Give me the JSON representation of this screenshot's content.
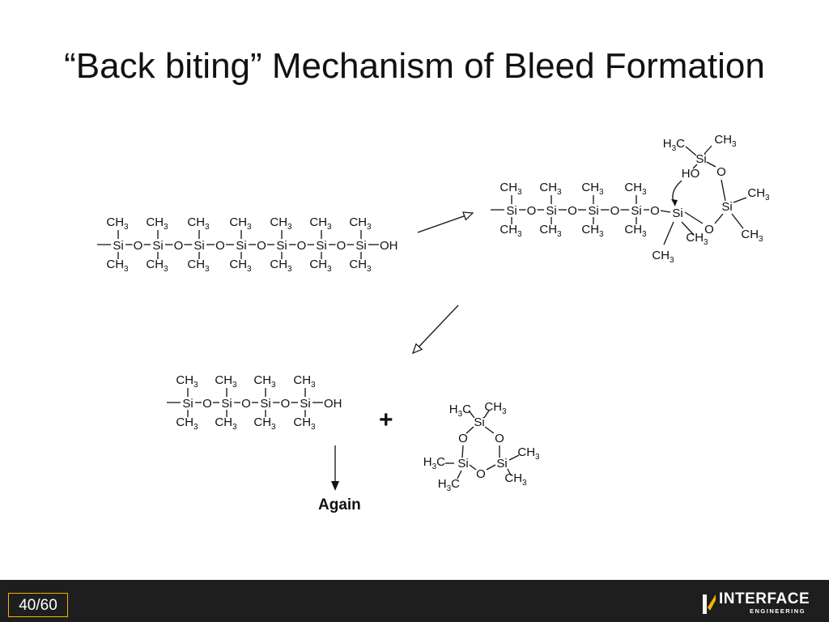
{
  "slide": {
    "title": "“Back biting” Mechanism of Bleed  Formation",
    "page_number": "40/60",
    "logo": {
      "name": "INTERFACE",
      "sub": "ENGINEERING"
    }
  },
  "labels": {
    "si": "Si",
    "o": "O",
    "ch3": "CH",
    "h3c": "H",
    "c": "C",
    "subscript_3": "3",
    "oh": "OH",
    "ho": "HO",
    "plus": "+",
    "again": "Again"
  },
  "colors": {
    "footer": "#1e1e1e",
    "page_box_border": "#f2b400",
    "logo_accent": "#f2b400"
  }
}
